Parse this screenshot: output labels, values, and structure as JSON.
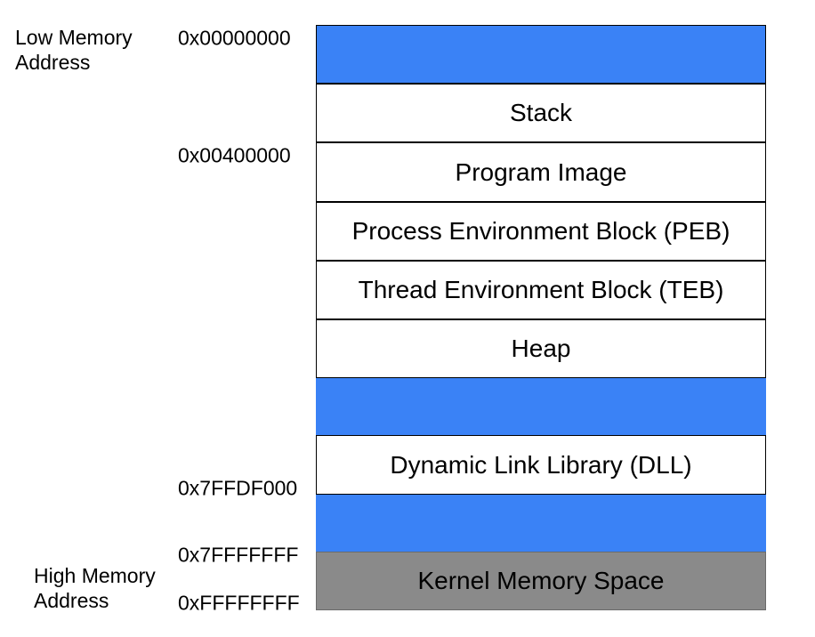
{
  "side_labels": {
    "low": "Low Memory\nAddress",
    "high": "High Memory\nAddress"
  },
  "addresses": [
    "0x00000000",
    "0x00400000",
    "0x7FFDF000",
    "0x7FFFFFFF",
    "0xFFFFFFFF"
  ],
  "blocks": [
    {
      "label": "",
      "type": "blue"
    },
    {
      "label": "Stack",
      "type": "white"
    },
    {
      "label": "Program Image",
      "type": "white"
    },
    {
      "label": "Process Environment Block (PEB)",
      "type": "white"
    },
    {
      "label": "Thread Environment Block (TEB)",
      "type": "white"
    },
    {
      "label": "Heap",
      "type": "white"
    },
    {
      "label": "",
      "type": "blue"
    },
    {
      "label": "Dynamic Link Library (DLL)",
      "type": "white"
    },
    {
      "label": "",
      "type": "blue"
    },
    {
      "label": "Kernel Memory Space",
      "type": "gray"
    }
  ],
  "colors": {
    "blue": "#3A82F6",
    "gray": "#8A8A8A",
    "gray_border": "#6B6B6B",
    "border": "#000000"
  }
}
